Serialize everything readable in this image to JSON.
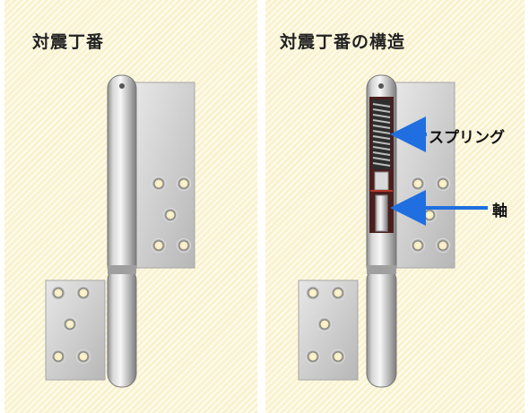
{
  "panels": {
    "left": {
      "title": "対震丁番"
    },
    "right": {
      "title": "対震丁番の構造"
    }
  },
  "labels": {
    "spring": "スプリング",
    "shaft": "軸"
  },
  "colors": {
    "background": "#fcf7d8",
    "arrow": "#1f6fe0",
    "metal": "#c9c9c9",
    "spring": "#5a5a5a"
  }
}
